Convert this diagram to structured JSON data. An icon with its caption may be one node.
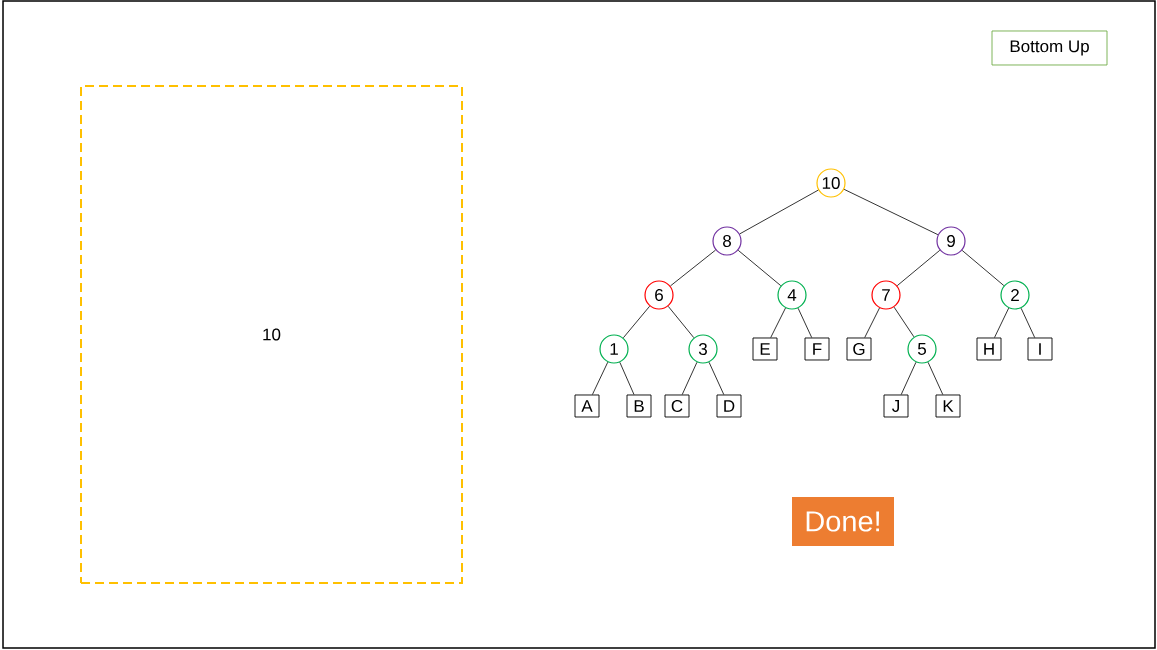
{
  "diagram": {
    "nodes": [
      {
        "text": [
          "Bottom Up"
        ]
      },
      {
        "text": [
          "10"
        ]
      },
      {
        "text": [
          "Done!"
        ]
      },
      {
        "text": [
          "10"
        ]
      },
      {
        "text": [
          "8"
        ]
      },
      {
        "text": [
          "9"
        ]
      },
      {
        "text": [
          "6"
        ]
      },
      {
        "text": [
          "4"
        ]
      },
      {
        "text": [
          "7"
        ]
      },
      {
        "text": [
          "2"
        ]
      },
      {
        "text": [
          "1"
        ]
      },
      {
        "text": [
          "3"
        ]
      },
      {
        "text": [
          "E"
        ]
      },
      {
        "text": [
          "F"
        ]
      },
      {
        "text": [
          "G"
        ]
      },
      {
        "text": [
          "5"
        ]
      },
      {
        "text": [
          "H"
        ]
      },
      {
        "text": [
          "I"
        ]
      },
      {
        "text": [
          "A"
        ]
      },
      {
        "text": [
          "B"
        ]
      },
      {
        "text": [
          "C"
        ]
      },
      {
        "text": [
          "D"
        ]
      },
      {
        "text": [
          "J"
        ]
      },
      {
        "text": [
          "K"
        ]
      }
    ],
    "edges": [
      {
        "from": 3,
        "to": 4,
        "arrow": "none"
      },
      {
        "from": 3,
        "to": 5,
        "arrow": "none"
      },
      {
        "from": 4,
        "to": 6,
        "arrow": "none"
      },
      {
        "from": 4,
        "to": 7,
        "arrow": "none"
      },
      {
        "from": 5,
        "to": 8,
        "arrow": "none"
      },
      {
        "from": 5,
        "to": 9,
        "arrow": "none"
      },
      {
        "from": 6,
        "to": 10,
        "arrow": "none"
      },
      {
        "from": 6,
        "to": 11,
        "arrow": "none"
      },
      {
        "from": 7,
        "to": 12,
        "arrow": "none"
      },
      {
        "from": 7,
        "to": 13,
        "arrow": "none"
      },
      {
        "from": 8,
        "to": 14,
        "arrow": "none"
      },
      {
        "from": 8,
        "to": 15,
        "arrow": "none"
      },
      {
        "from": 9,
        "to": 16,
        "arrow": "none"
      },
      {
        "from": 9,
        "to": 17,
        "arrow": "none"
      },
      {
        "from": 10,
        "to": 18,
        "arrow": "none"
      },
      {
        "from": 10,
        "to": 19,
        "arrow": "none"
      },
      {
        "from": 11,
        "to": 20,
        "arrow": "none"
      },
      {
        "from": 11,
        "to": 21,
        "arrow": "none"
      },
      {
        "from": 15,
        "to": 22,
        "arrow": "none"
      },
      {
        "from": 15,
        "to": 23,
        "arrow": "none"
      }
    ]
  }
}
